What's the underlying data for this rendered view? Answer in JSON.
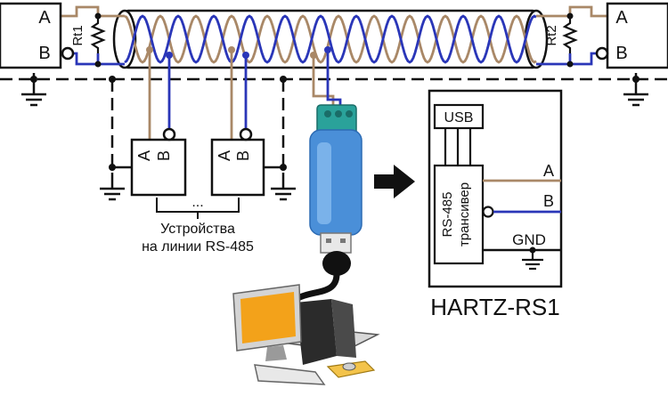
{
  "terminal_left": {
    "a": "A",
    "b": "B",
    "resistor": "Rt1"
  },
  "terminal_right": {
    "a": "A",
    "b": "B",
    "resistor": "Rt2"
  },
  "device_1": {
    "a": "A",
    "b": "B"
  },
  "device_2": {
    "a": "A",
    "b": "B"
  },
  "devices_caption": {
    "line1": "Устройства",
    "line2": "на линии RS-485"
  },
  "ellipsis": "...",
  "module": {
    "usb_label": "USB",
    "transceiver_line1": "RS-485",
    "transceiver_line2": "трансивер",
    "pin_a": "A",
    "pin_b": "B",
    "pin_gnd": "GND",
    "name": "HARTZ-RS1"
  },
  "colors": {
    "wire_a": "#a98867",
    "wire_b": "#2a36b8",
    "outline": "#111111",
    "adapter_body": "#4a8fd8",
    "terminal_block": "#2aa29a",
    "monitor_screen": "#f3a21a"
  }
}
